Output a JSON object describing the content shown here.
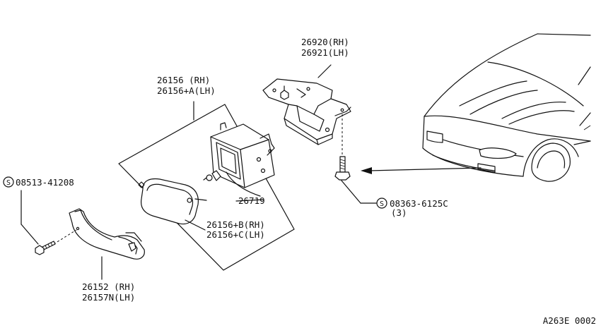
{
  "labels": {
    "bracket_rh": "26920(RH)",
    "bracket_lh": "26921(LH)",
    "lamp_assy_rh": "26156  (RH)",
    "lamp_assy_lh": "26156+A(LH)",
    "bulb": "26719",
    "lens_rh": "26156+B(RH)",
    "lens_lh": "26156+C(LH)",
    "cover_rh": "26152  (RH)",
    "cover_lh": "26157N(LH)",
    "screw_left": "08513-41208",
    "screw_right": "08363-6125C",
    "screw_right_qty": "(3)",
    "screw_symbol": "S",
    "drawing_code": "A263E 0002"
  }
}
